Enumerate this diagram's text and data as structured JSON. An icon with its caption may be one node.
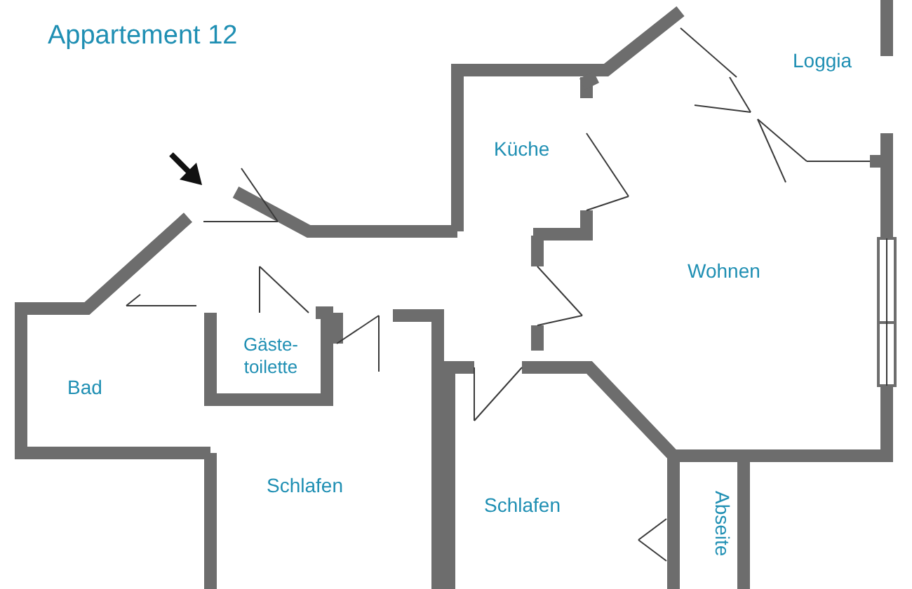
{
  "diagram": {
    "title": "Appartement 12",
    "labels": [
      "Loggia",
      "Küche",
      "Wohnen",
      "Gäste- toilette",
      "Bad",
      "Schlafen",
      "Schlafen",
      "Abseite"
    ]
  }
}
